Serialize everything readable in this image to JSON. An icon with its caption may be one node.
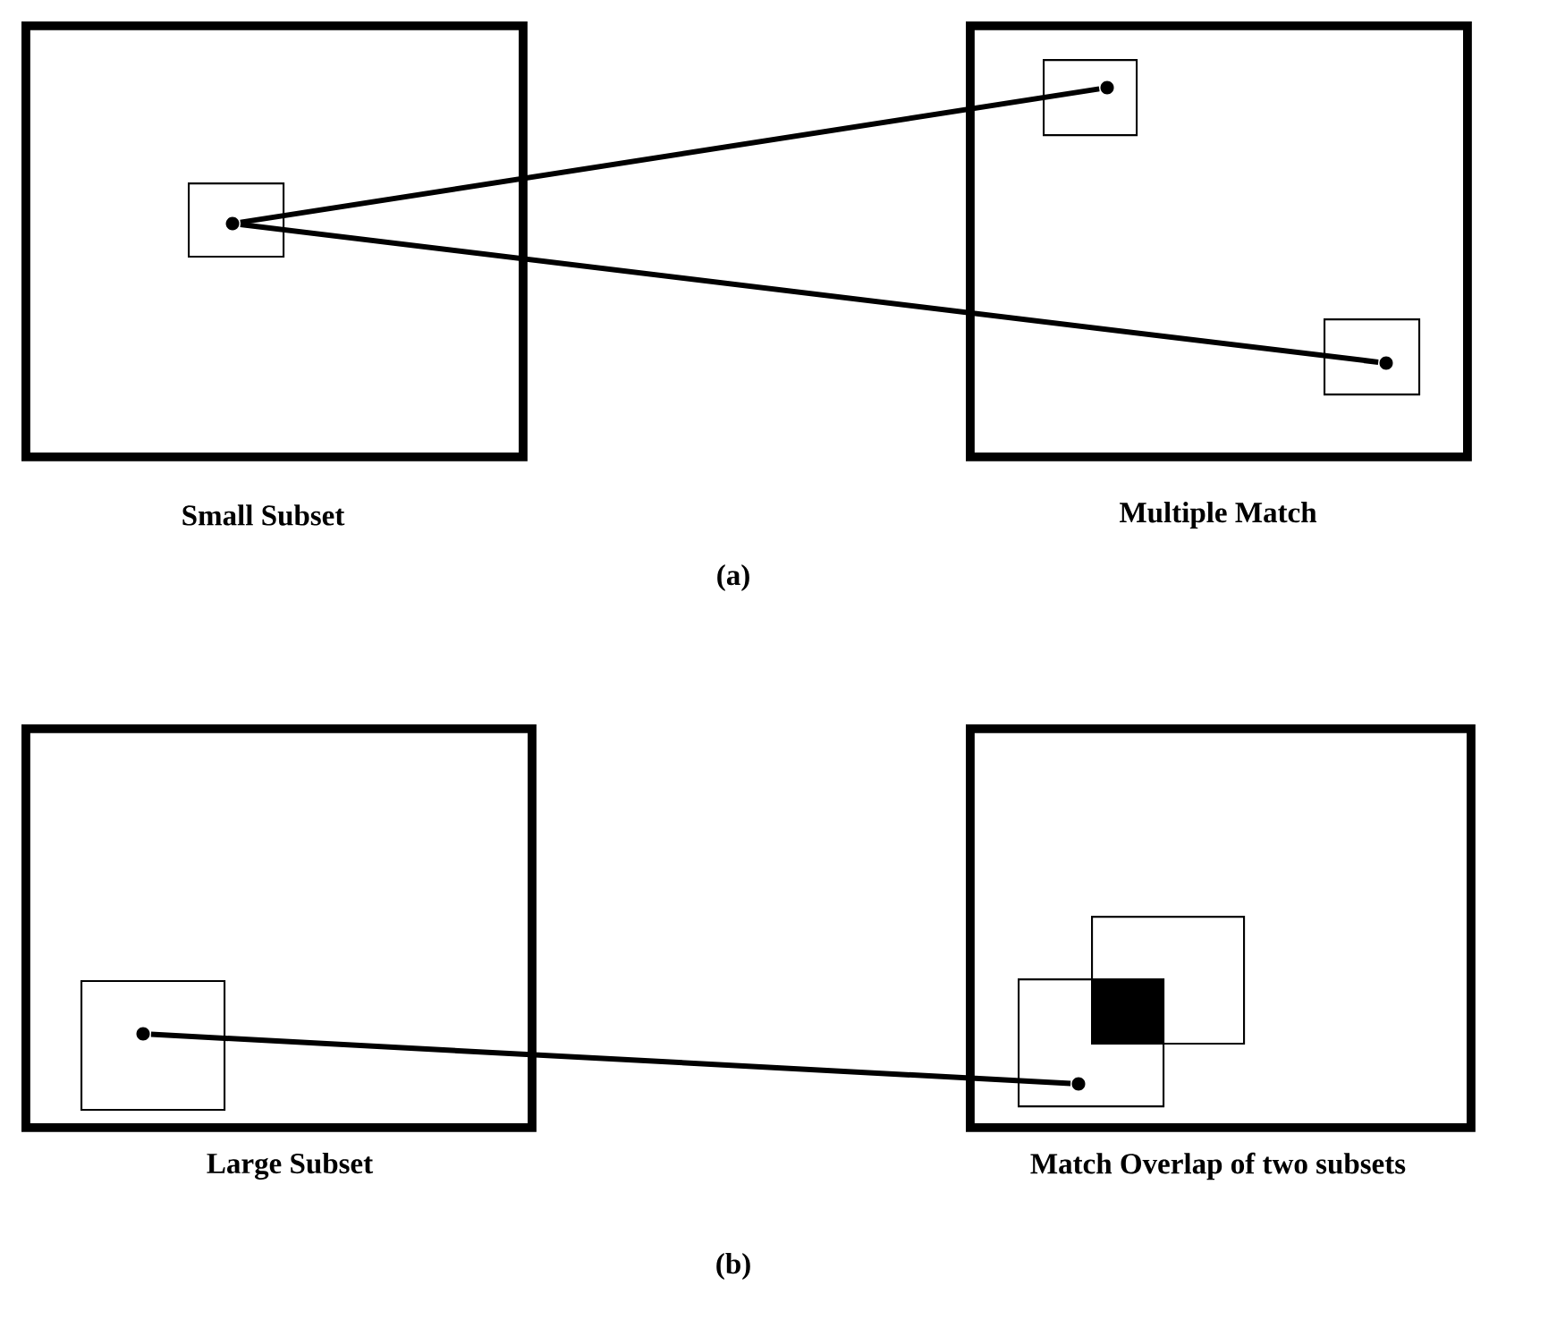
{
  "diagram": {
    "nodes": [
      {
        "text": [
          "Small Subset"
        ]
      },
      {
        "text": [],
        "shape": "box",
        "in": 0
      },
      {
        "text": [],
        "shape": "circle",
        "in": 1
      },
      {
        "text": [
          "Multiple Match"
        ]
      },
      {
        "text": [],
        "shape": "box",
        "in": 3
      },
      {
        "text": [],
        "shape": "circle",
        "in": 4
      },
      {
        "text": [],
        "shape": "box",
        "in": 3
      },
      {
        "text": [],
        "shape": "circle",
        "in": 6
      },
      {
        "text": [
          "Large Subset"
        ]
      },
      {
        "text": [],
        "shape": "box",
        "in": 8
      },
      {
        "text": [],
        "shape": "circle",
        "in": 9
      },
      {
        "text": [
          "Match Overlap of two subsets"
        ]
      },
      {
        "text": [],
        "shape": "box",
        "in": 11
      },
      {
        "text": [],
        "shape": "box",
        "in": 11
      },
      {
        "text": [],
        "shape": "circle",
        "in": 12
      }
    ],
    "edges": [
      {
        "from": 2,
        "to": 5,
        "arrow": "none"
      },
      {
        "from": 2,
        "to": 7,
        "arrow": "none"
      },
      {
        "from": 10,
        "to": 14,
        "arrow": "none"
      }
    ],
    "labels": [
      "(a)",
      "(b)"
    ]
  }
}
